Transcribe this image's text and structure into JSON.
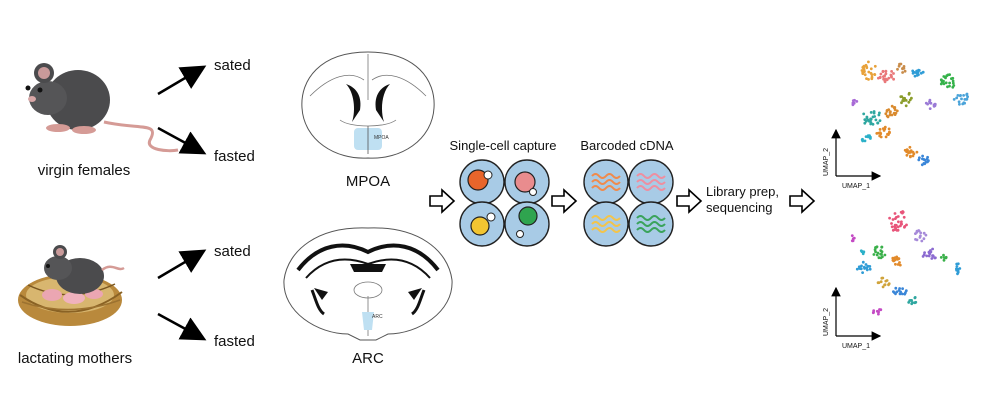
{
  "groups": [
    {
      "label": "virgin females",
      "conditions": [
        "sated",
        "fasted"
      ]
    },
    {
      "label": "lactating mothers",
      "conditions": [
        "sated",
        "fasted"
      ]
    }
  ],
  "regions": [
    {
      "label": "MPOA",
      "inset_label": "MPOA"
    },
    {
      "label": "ARC",
      "inset_label": "ARC"
    }
  ],
  "steps": {
    "capture": "Single-cell capture",
    "barcode": "Barcoded cDNA",
    "library": [
      "Library prep,",
      "sequencing"
    ]
  },
  "umap": {
    "xlabel": "UMAP_1",
    "ylabel": "UMAP_2"
  },
  "colors": {
    "accent_blue": "#a8cbe6",
    "cell_orange": "#e8652b",
    "cell_pink": "#e98c8e",
    "cell_yellow": "#f2c531",
    "cell_green": "#2fa44f",
    "wave_orange": "#f08a4b",
    "wave_pink": "#ee8fa0",
    "wave_yellow": "#f3c44a",
    "wave_green": "#3aa35b",
    "region_highlight": "#bfe0f2"
  }
}
